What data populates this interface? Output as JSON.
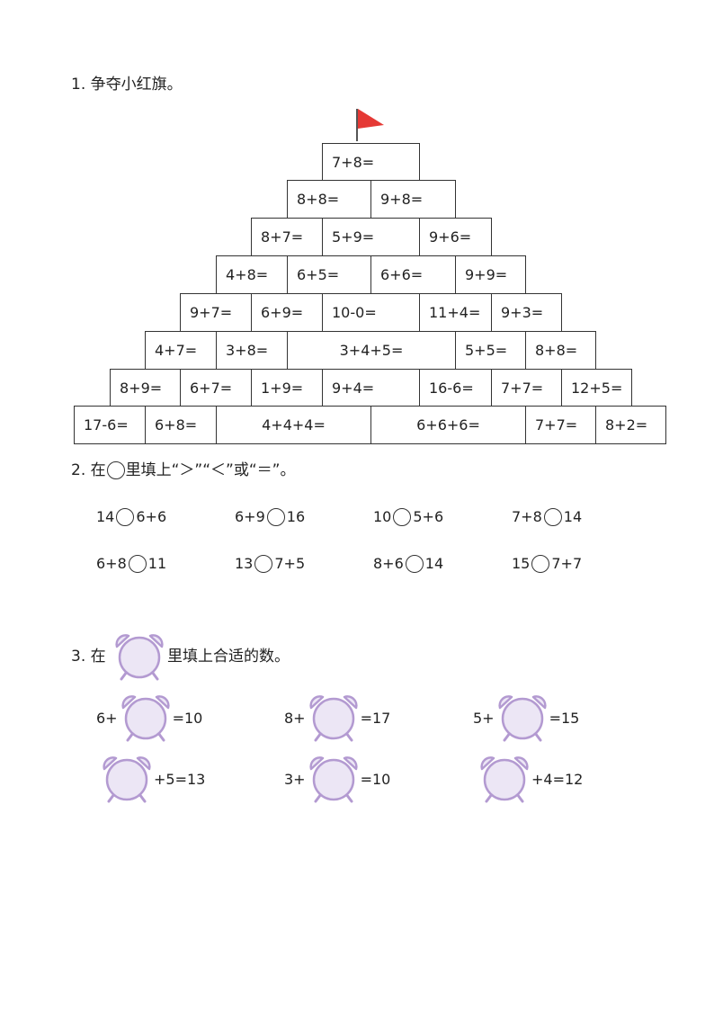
{
  "section1": {
    "title": "1. 争夺小红旗。",
    "flag_color": "#e53935"
  },
  "pyramid": [
    [
      "7+8="
    ],
    [
      "8+8=",
      "9+8="
    ],
    [
      "8+7=",
      "5+9=",
      "9+6="
    ],
    [
      "4+8=",
      "6+5=",
      "6+6=",
      "9+9="
    ],
    [
      "9+7=",
      "6+9=",
      "10-0=",
      "11+4=",
      "9+3="
    ],
    [
      "4+7=",
      "3+8=",
      "3+4+5=",
      "5+5=",
      "8+8="
    ],
    [
      "8+9=",
      "6+7=",
      "1+9=",
      "9+4=",
      "16-6=",
      "7+7=",
      "12+5="
    ],
    [
      "17-6=",
      "6+8=",
      "4+4+4=",
      "6+6+6=",
      "7+7=",
      "8+2="
    ]
  ],
  "section2": {
    "title_prefix": "2. 在",
    "title_suffix": "里填上“＞”“＜”或“＝”。",
    "rows": [
      [
        {
          "left": "14",
          "right": "6+6"
        },
        {
          "left": "6+9",
          "right": "16"
        },
        {
          "left": "10",
          "right": "5+6"
        },
        {
          "left": "7+8",
          "right": "14"
        }
      ],
      [
        {
          "left": "6+8",
          "right": "11"
        },
        {
          "left": "13",
          "right": "7+5"
        },
        {
          "left": "8+6",
          "right": "14"
        },
        {
          "left": "15",
          "right": "7+7"
        }
      ]
    ]
  },
  "section3": {
    "title_prefix": "3. 在",
    "title_suffix": "里填上合适的数。",
    "clock_fill": "#ece6f5",
    "clock_stroke": "#b39ad1",
    "items": [
      {
        "before": "6+",
        "after": "=10"
      },
      {
        "before": "8+",
        "after": "=17"
      },
      {
        "before": "5+",
        "after": "=15"
      },
      {
        "before": "",
        "after": "+5=13"
      },
      {
        "before": "3+",
        "after": "=10"
      },
      {
        "before": "",
        "after": "+4=12"
      }
    ]
  }
}
